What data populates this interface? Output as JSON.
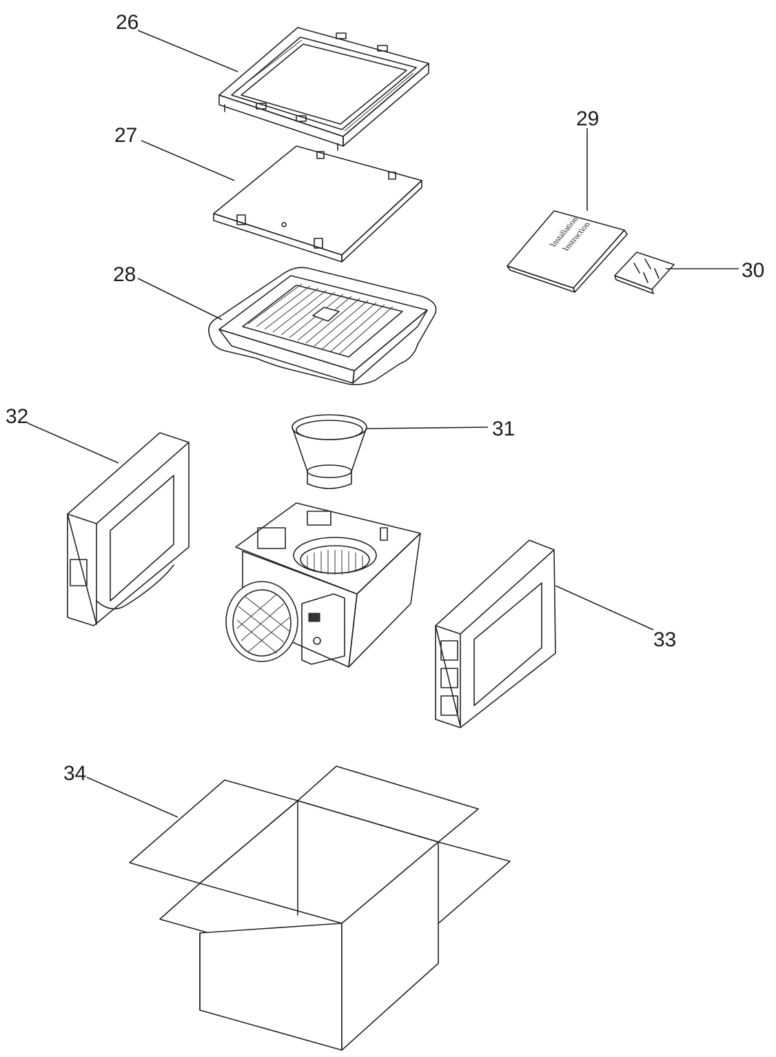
{
  "callouts": {
    "c26": "26",
    "c27": "27",
    "c28": "28",
    "c29": "29",
    "c30": "30",
    "c31": "31",
    "c32": "32",
    "c33": "33",
    "c34": "34"
  },
  "booklet": {
    "line1": "Installation",
    "line2": "Instruction"
  },
  "colors": {
    "line": "#222222",
    "background": "#ffffff"
  }
}
